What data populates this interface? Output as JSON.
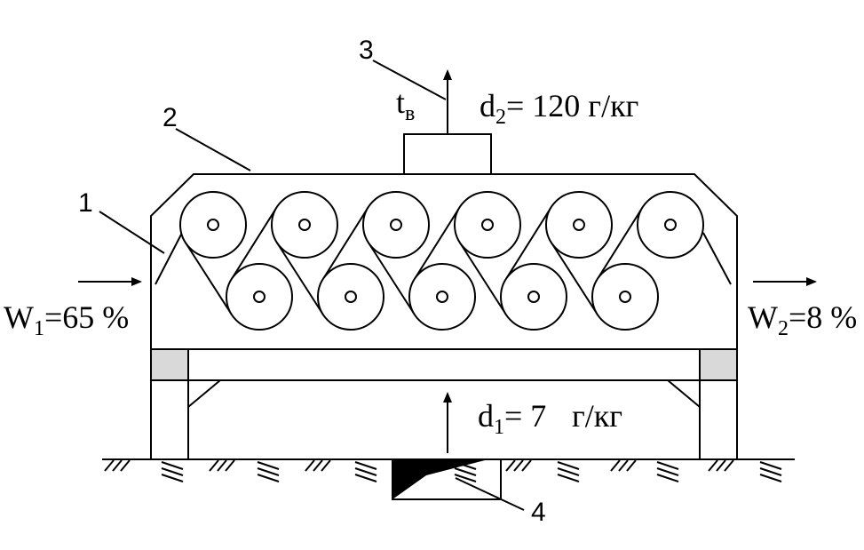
{
  "labels": {
    "callout_1": "1",
    "callout_2": "2",
    "callout_3": "3",
    "callout_4": "4"
  },
  "air_outlet": {
    "t_symbol": "t",
    "t_sub": "в",
    "d_symbol": "d",
    "d_sub": "2",
    "d_value": "= 120 г/кг"
  },
  "air_inlet": {
    "d_symbol": "d",
    "d_sub": "1",
    "d_value": "= 7",
    "d_unit": "г/кг"
  },
  "material_in": {
    "w_symbol": "W",
    "w_sub": "1",
    "w_value": "=65 %"
  },
  "material_out": {
    "w_symbol": "W",
    "w_sub": "2",
    "w_value": "=8 %"
  },
  "colors": {
    "line": "#000000",
    "support_fill": "#d9d9d9",
    "background": "#ffffff"
  }
}
